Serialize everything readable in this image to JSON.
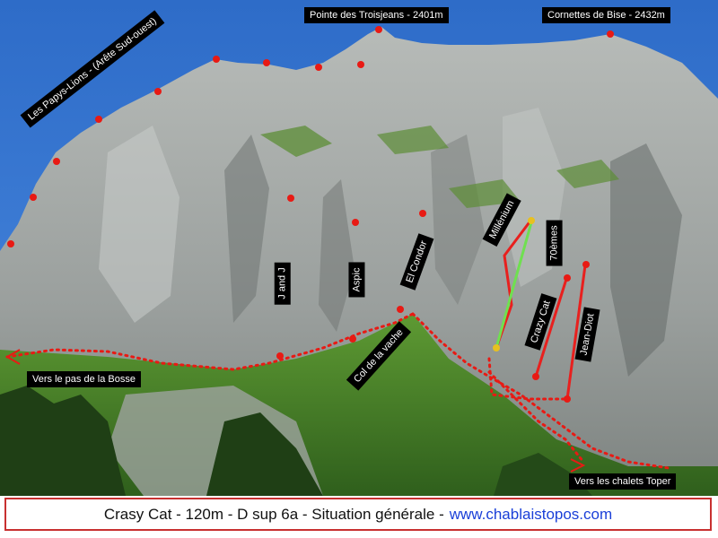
{
  "photo": {
    "sky_color": "#3a78d0",
    "rock_color": "#a7acab",
    "grass_color": "#4f8a2a",
    "route_red": "#e8201e",
    "route_green": "#6fe050",
    "dot_color": "#e81a14"
  },
  "summits": {
    "troisjeans": "Pointe des Troisjeans - 2401m",
    "bise": "Cornettes de Bise - 2432m"
  },
  "ridge": {
    "papys": "Les Papys-Lions - (Arête Sud-ouest)"
  },
  "routes": {
    "j_and_j": "J and J",
    "aspic": "Aspic",
    "el_condor": "El Condor",
    "millenium": "Millénium",
    "septantiemes": "70èmes",
    "crazy_cat": "Crazy Cat",
    "jean_diot": "Jean-Diot"
  },
  "places": {
    "col": "Col de la vache",
    "bosse": "Vers le pas de la Bosse",
    "toper": "Vers les chalets Toper"
  },
  "footer": {
    "text": "Crasy Cat - 120m - D sup 6a - Situation générale -",
    "link": "www.chablaistopos.com"
  }
}
